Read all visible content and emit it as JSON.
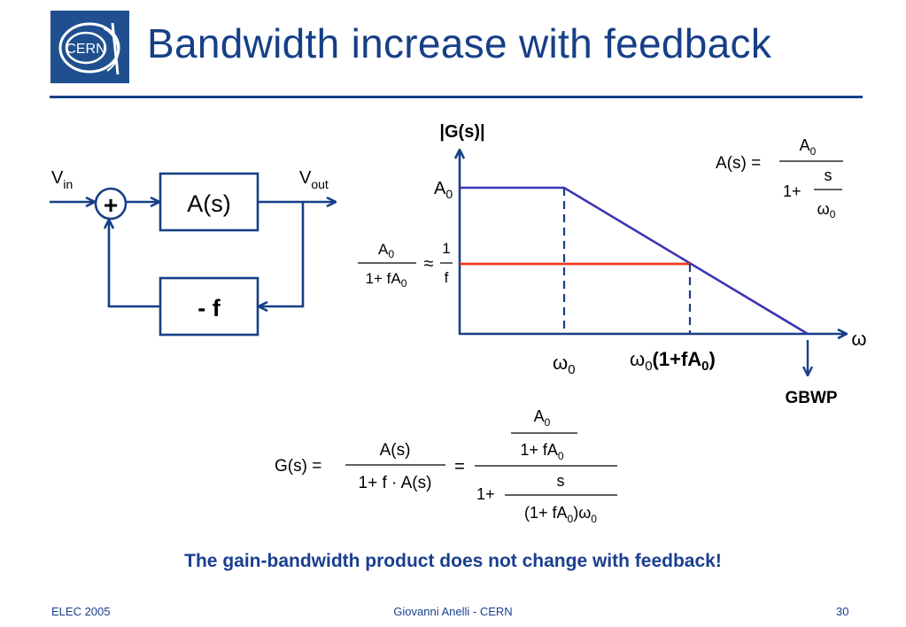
{
  "header": {
    "title": "Bandwidth increase with feedback",
    "logo_text": "CERN"
  },
  "block_diagram": {
    "input_label": "V",
    "input_sub": "in",
    "output_label": "V",
    "output_sub": "out",
    "summer": "+",
    "forward_block": "A(s)",
    "feedback_block": "- f"
  },
  "plot": {
    "y_label": "|G(s)|",
    "x_label": "ω",
    "open_loop_gain": "A",
    "open_loop_gain_sub": "0",
    "closed_loop_gain": {
      "num": "A",
      "num_sub": "0",
      "den": "1+ fA",
      "den_sub": "0",
      "approx": "≈",
      "num2": "1",
      "den2": "f"
    },
    "corner_open": "ω",
    "corner_open_sub": "0",
    "corner_closed_a": "ω",
    "corner_closed_a_sub": "0",
    "corner_closed_b": "(1+fA",
    "corner_closed_b_sub": "0",
    "corner_closed_c": ")",
    "gbwp_label": "GBWP",
    "colors": {
      "open_loop": "#3b35b5",
      "closed_loop": "#e8391c"
    }
  },
  "formula_As": {
    "lhs": "A(s) =",
    "num": "A",
    "num_sub": "0",
    "den_prefix": "1+",
    "inner_num": "s",
    "inner_den": "ω",
    "inner_den_sub": "0"
  },
  "formula_Gs": {
    "lhs": "G(s) =",
    "num1": "A(s)",
    "den1": "1+ f · A(s)",
    "eq": "=",
    "top_num": "A",
    "top_num_sub": "0",
    "top_den": "1+ fA",
    "top_den_sub": "0",
    "bot_prefix": "1+",
    "bot_num": "s",
    "bot_den_a": "(1+ fA",
    "bot_den_sub": "0",
    "bot_den_b": ")ω",
    "bot_den_sub2": "0"
  },
  "conclusion": "The gain-bandwidth product does not change with feedback!",
  "footer": {
    "left": "ELEC 2005",
    "center": "Giovanni Anelli - CERN",
    "right": "30"
  }
}
